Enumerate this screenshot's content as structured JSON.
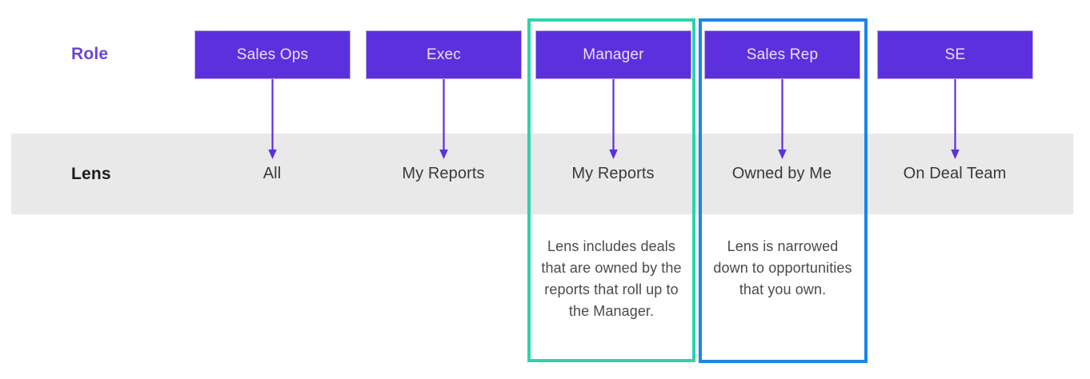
{
  "diagram": {
    "rows": [
      {
        "key": "role",
        "label": "Role"
      },
      {
        "key": "lens",
        "label": "Lens"
      }
    ],
    "columns": [
      {
        "role": "Sales Ops",
        "lens": "All",
        "note": "",
        "highlight": "none",
        "arrow_icon": "down-arrow-icon"
      },
      {
        "role": "Exec",
        "lens": "My Reports",
        "note": "",
        "highlight": "none",
        "arrow_icon": "down-arrow-icon"
      },
      {
        "role": "Manager",
        "lens": "My Reports",
        "note": "Lens includes deals that are owned by the reports that roll up to the Manager.",
        "highlight": "teal",
        "arrow_icon": "down-arrow-icon"
      },
      {
        "role": "Sales Rep",
        "lens": "Owned by Me",
        "note": "Lens is narrowed down to opportunities that you own.",
        "highlight": "blue",
        "arrow_icon": "down-arrow-icon"
      },
      {
        "role": "SE",
        "lens": "On Deal Team",
        "note": "",
        "highlight": "none",
        "arrow_icon": "down-arrow-icon"
      }
    ],
    "colors": {
      "role_box_fill": "#5c30dc",
      "role_box_text": "#e9e2fb",
      "role_label_text": "#6a45d8",
      "lens_label_text": "#1b1b1b",
      "lens_band_fill": "#e9e9e9",
      "arrow": "#5c30dc",
      "highlight_teal": "#2ed3ab",
      "highlight_blue": "#1b86e8",
      "note_text": "#4a4a4a",
      "page_background": "#ffffff"
    }
  }
}
